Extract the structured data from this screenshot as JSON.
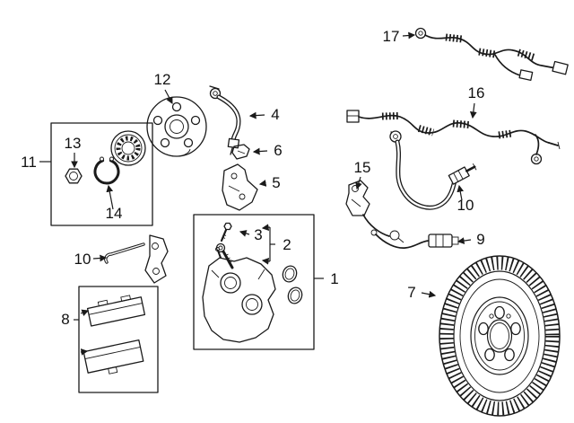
{
  "figure": {
    "background_color": "#ffffff",
    "line_color": "#1a1a1a",
    "callouts": {
      "c1": "1",
      "c2": "2",
      "c3": "3",
      "c4": "4",
      "c5": "5",
      "c6": "6",
      "c7": "7",
      "c8": "8",
      "c9": "9",
      "c10a": "10",
      "c10b": "10",
      "c11": "11",
      "c12": "12",
      "c13": "13",
      "c14": "14",
      "c15": "15",
      "c16": "16",
      "c17": "17"
    }
  }
}
